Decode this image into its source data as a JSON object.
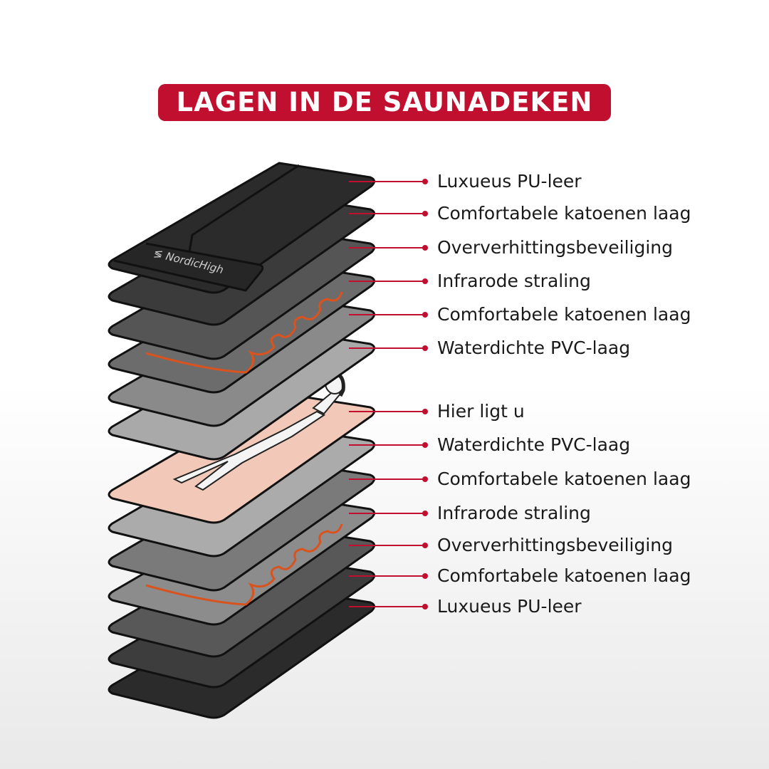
{
  "title": "LAGEN IN DE SAUNADEKEN",
  "brand_logo": "NordicHigh",
  "accent_color": "#c1102f",
  "wire_color": "#d9531e",
  "layers": [
    {
      "label": "Luxueus PU-leer",
      "fill": "#2b2b2b"
    },
    {
      "label": "Comfortabele katoenen laag",
      "fill": "#3b3b3b"
    },
    {
      "label": "Oververhittingsbeveiliging",
      "fill": "#555555"
    },
    {
      "label": "Infrarode straling",
      "fill": "#6c6c6c",
      "wire": true
    },
    {
      "label": "Comfortabele katoenen laag",
      "fill": "#8a8a8a"
    },
    {
      "label": "Waterdichte PVC-laag",
      "fill": "#a9a9a9"
    },
    {
      "label": "Hier ligt u",
      "fill": "#f2c9b8",
      "person": true
    },
    {
      "label": "Waterdichte PVC-laag",
      "fill": "#ababab"
    },
    {
      "label": "Comfortabele katoenen laag",
      "fill": "#7a7a7a"
    },
    {
      "label": "Infrarode straling",
      "fill": "#8c8c8c",
      "wire": true
    },
    {
      "label": "Oververhittingsbeveiliging",
      "fill": "#585858"
    },
    {
      "label": "Comfortabele katoenen laag",
      "fill": "#3d3d3d"
    },
    {
      "label": "Luxueus PU-leer",
      "fill": "#2b2b2b"
    }
  ]
}
